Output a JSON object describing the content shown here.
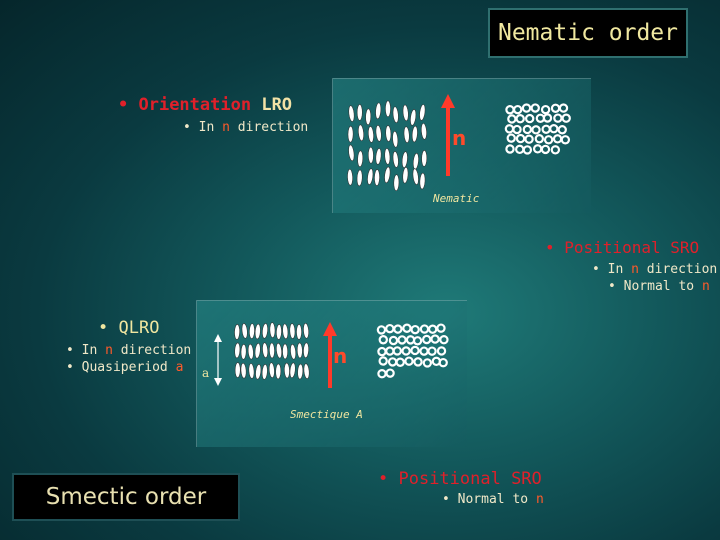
{
  "title": "Nematic order",
  "smectic_title": "Smectic order",
  "nematic_section": {
    "bullet": "Orientation",
    "bullet_suffix": "LRO",
    "sub_prefix": "In",
    "sub_n": "n",
    "sub_suffix": "direction",
    "figure_label": "Nematic",
    "director_label": "n"
  },
  "positional_sro_1": {
    "bullet": "Positional SRO",
    "items": [
      {
        "prefix": "In",
        "n": "n",
        "suffix": "direction"
      },
      {
        "prefix": "Normal to",
        "n": "n",
        "suffix": ""
      }
    ]
  },
  "qlro_section": {
    "bullet": "QLRO",
    "items": [
      {
        "prefix": "In",
        "n": "n",
        "suffix": "direction"
      },
      {
        "prefix": "Quasiperiod",
        "n": "a",
        "suffix": ""
      }
    ]
  },
  "smectic_figure": {
    "figure_label": "Smectique A",
    "director_label": "n",
    "period_label": "a"
  },
  "positional_sro_2": {
    "bullet": "Positional SRO",
    "items": [
      {
        "prefix": "Normal to",
        "n": "n",
        "suffix": ""
      }
    ]
  },
  "colors": {
    "heading_red": "#e0202a",
    "director_orange": "#ff4a2a",
    "text_cream": "#f0e6a0"
  }
}
